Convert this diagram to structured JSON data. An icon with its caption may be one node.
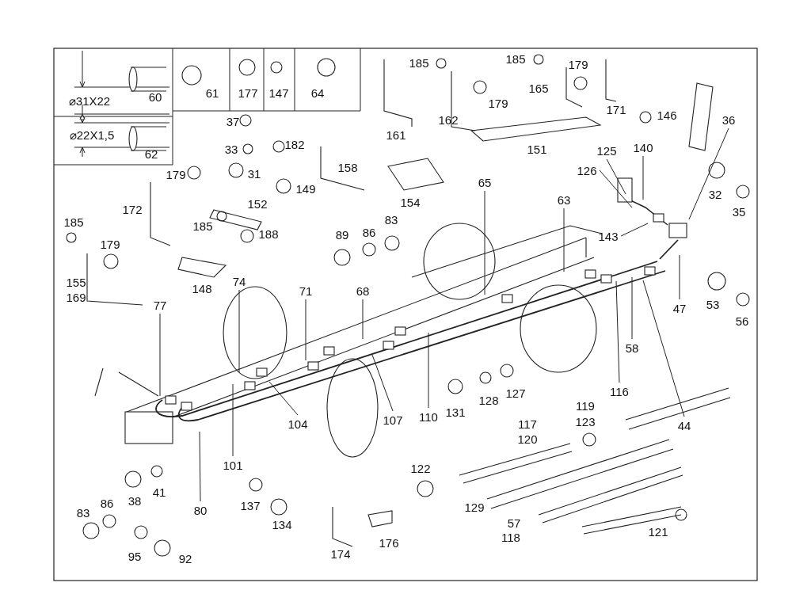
{
  "diagram": {
    "nodes": [
      {
        "text": [
          "77"
        ]
      },
      {
        "text": [
          "74"
        ]
      },
      {
        "text": [
          "71"
        ]
      },
      {
        "text": [
          "68"
        ]
      },
      {
        "text": [
          "65"
        ]
      },
      {
        "text": [
          "63"
        ]
      },
      {
        "text": [
          "126"
        ]
      },
      {
        "text": [
          "125"
        ]
      },
      {
        "text": [
          "140"
        ]
      },
      {
        "text": [
          "143"
        ]
      },
      {
        "text": [
          "36"
        ]
      },
      {
        "text": [
          "47"
        ]
      },
      {
        "text": [
          "58"
        ]
      },
      {
        "text": [
          "116"
        ]
      },
      {
        "text": [
          "44"
        ]
      },
      {
        "text": [
          "110"
        ]
      },
      {
        "text": [
          "107"
        ]
      },
      {
        "text": [
          "104"
        ]
      },
      {
        "text": [
          "101"
        ]
      },
      {
        "text": [
          "80"
        ]
      }
    ],
    "edges": [
      {
        "from": 0,
        "to": null,
        "arrow": "none"
      },
      {
        "from": 1,
        "to": null,
        "arrow": "none"
      },
      {
        "from": 2,
        "to": null,
        "arrow": "none"
      },
      {
        "from": 3,
        "to": null,
        "arrow": "none"
      },
      {
        "from": 4,
        "to": null,
        "arrow": "none"
      },
      {
        "from": 5,
        "to": null,
        "arrow": "none"
      },
      {
        "from": 6,
        "to": null,
        "arrow": "none"
      },
      {
        "from": 7,
        "to": null,
        "arrow": "none"
      },
      {
        "from": 8,
        "to": null,
        "arrow": "none"
      },
      {
        "from": 9,
        "to": null,
        "arrow": "none"
      },
      {
        "from": 10,
        "to": null,
        "arrow": "none"
      },
      {
        "from": 11,
        "to": null,
        "arrow": "none"
      },
      {
        "from": 12,
        "to": null,
        "arrow": "none"
      },
      {
        "from": 13,
        "to": null,
        "arrow": "none"
      },
      {
        "from": 14,
        "to": null,
        "arrow": "none"
      },
      {
        "from": 15,
        "to": null,
        "arrow": "none"
      },
      {
        "from": 16,
        "to": null,
        "arrow": "none"
      },
      {
        "from": 17,
        "to": null,
        "arrow": "none"
      },
      {
        "from": 18,
        "to": null,
        "arrow": "none"
      },
      {
        "from": 19,
        "to": null,
        "arrow": "none"
      }
    ],
    "labels": [
      "⌀31X22",
      "60",
      "61",
      "177",
      "147",
      "64",
      "⌀22X1,5",
      "62",
      "185",
      "185",
      "179",
      "179",
      "165",
      "171",
      "161",
      "162",
      "146",
      "37",
      "151",
      "182",
      "33",
      "179",
      "31",
      "158",
      "149",
      "172",
      "152",
      "185",
      "154",
      "188",
      "32",
      "35",
      "185",
      "89",
      "86",
      "83",
      "179",
      "155",
      "169",
      "148",
      "53",
      "56",
      "128",
      "127",
      "131",
      "119",
      "117",
      "123",
      "120",
      "122",
      "129",
      "83",
      "86",
      "38",
      "41",
      "57",
      "118",
      "121",
      "137",
      "134",
      "95",
      "92",
      "174",
      "176"
    ]
  }
}
